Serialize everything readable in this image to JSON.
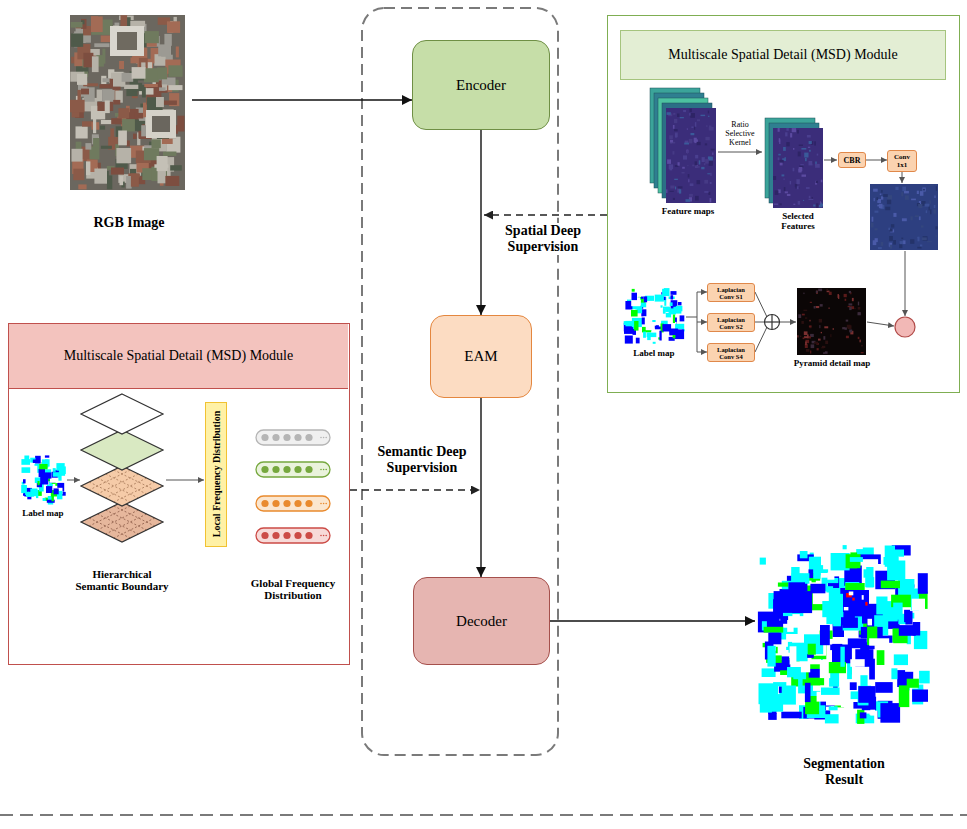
{
  "diagram": {
    "nodes": [
      {
        "text": [
          "RGB Image"
        ]
      },
      {
        "text": [
          "Encoder"
        ]
      },
      {
        "text": [
          "Multiscale Spatial Detail (MSD) Module"
        ]
      },
      {
        "text": [
          "CBR"
        ],
        "in": 2
      },
      {
        "text": [
          "Conv 1x1"
        ],
        "in": 2
      },
      {
        "text": [
          "Laplacian Conv S1"
        ],
        "in": 2
      },
      {
        "text": [
          "Laplacian Conv S2"
        ],
        "in": 2
      },
      {
        "text": [
          "Laplacian Conv S4"
        ],
        "in": 2
      },
      {
        "text": [
          "EAM"
        ]
      },
      {
        "text": [
          "Multiscale Spatial Detail (MSD) Module"
        ]
      },
      {
        "text": [
          "Local Frequency Distribution"
        ],
        "in": 9
      },
      {
        "text": [
          "Decoder"
        ]
      },
      {
        "text": [
          "Segmentation Result"
        ]
      }
    ],
    "edges": [
      {
        "from": 0,
        "to": 1,
        "arrow": "to"
      },
      {
        "from": 1,
        "to": 8,
        "arrow": "to"
      },
      {
        "from": 8,
        "to": 11,
        "arrow": "to"
      },
      {
        "from": 11,
        "to": 12,
        "arrow": "to"
      },
      {
        "from": 3,
        "to": 4,
        "arrow": "to"
      }
    ],
    "labels": [
      "Spatial Deep Supervision",
      "Semantic Deep Supervision",
      "Ratio Selective Kernel",
      "Feature maps",
      "Selected Features",
      "Label map",
      "Pyramid detail map",
      "Label map",
      "Hierarchical Semantic Boundary",
      "Global Frequency Distribution"
    ]
  }
}
